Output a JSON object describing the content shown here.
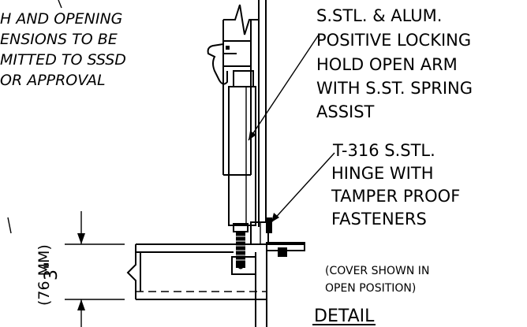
{
  "note_left": {
    "lines": [
      "H AND OPENING",
      "ENSIONS TO BE",
      "MITTED TO SSSD",
      "OR APPROVAL"
    ]
  },
  "callout_arm": {
    "lines": [
      "S.STL. & ALUM.",
      "POSITIVE LOCKING",
      "HOLD OPEN ARM",
      "WITH S.ST. SPRING",
      "ASSIST"
    ]
  },
  "callout_hinge": {
    "lines": [
      "T-316 S.STL.",
      "HINGE WITH",
      "TAMPER PROOF",
      "FASTENERS"
    ]
  },
  "cover_note": {
    "lines": [
      "(COVER SHOWN IN",
      "OPEN POSITION)"
    ]
  },
  "dimension": {
    "value": "3\"",
    "metric": "(76 MM)"
  },
  "detail_title": "DETAIL"
}
